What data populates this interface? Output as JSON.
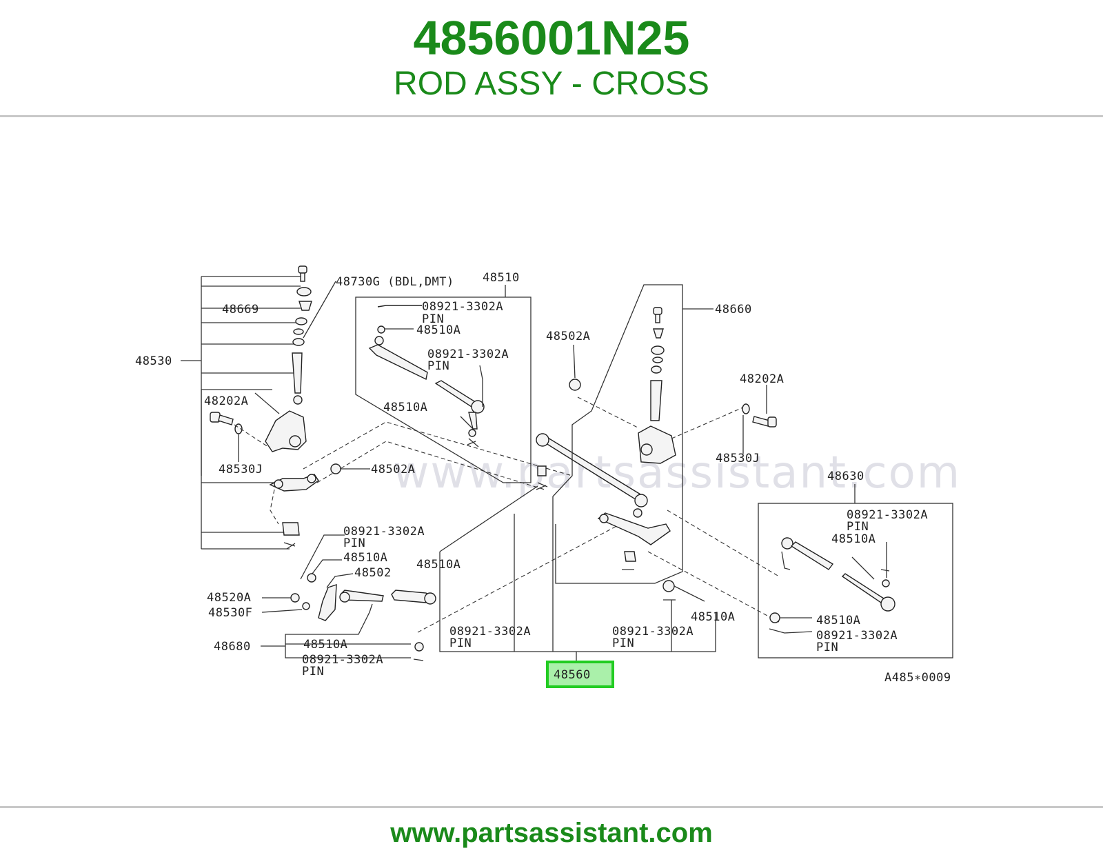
{
  "header": {
    "part_number": "4856001N25",
    "part_name": "ROD ASSY - CROSS"
  },
  "footer": {
    "website": "www.partsassistant.com"
  },
  "colors": {
    "brand_green": "#1a8a1a",
    "highlight_green": "#22cc22",
    "highlight_fill": "#aaf0aa",
    "rule_gray": "#c8c8c8"
  },
  "diagram": {
    "watermark": "www.partsassistant.com",
    "drawing_code": "A485∗0009",
    "highlighted_part": "48560",
    "labels": {
      "l48730G": "48730G (BDL,DMT)",
      "l48669": "48669",
      "l48530": "48530",
      "l48202A_left": "48202A",
      "l48530J_left": "48530J",
      "l48502A_mid": "48502A",
      "l48510": "48510",
      "l08921_a": "08921-3302A",
      "lpin_a": "PIN",
      "l48510A_a": "48510A",
      "l08921_b": "08921-3302A",
      "lpin_b": "PIN",
      "l48510A_b": "48510A",
      "l48660": "48660",
      "l48502A_top": "48502A",
      "l48202A_right": "48202A",
      "l48530J_right": "48530J",
      "l48630": "48630",
      "l08921_c": "08921-3302A",
      "lpin_c": "PIN",
      "l48510A_c": "48510A",
      "l48510A_d": "48510A",
      "l08921_d": "08921-3302A",
      "lpin_d": "PIN",
      "l08921_e": "08921-3302A",
      "lpin_e": "PIN",
      "l48510A_e": "48510A",
      "l48502": "48502",
      "l48520A": "48520A",
      "l48530F": "48530F",
      "l48680": "48680",
      "l48510A_f": "48510A",
      "l08921_f": "08921-3302A",
      "lpin_f": "PIN",
      "l48510A_g": "48510A",
      "l08921_g": "08921-3302A",
      "lpin_g": "PIN",
      "l08921_h": "08921-3302A",
      "lpin_h": "PIN",
      "l48510A_h": "48510A"
    }
  }
}
